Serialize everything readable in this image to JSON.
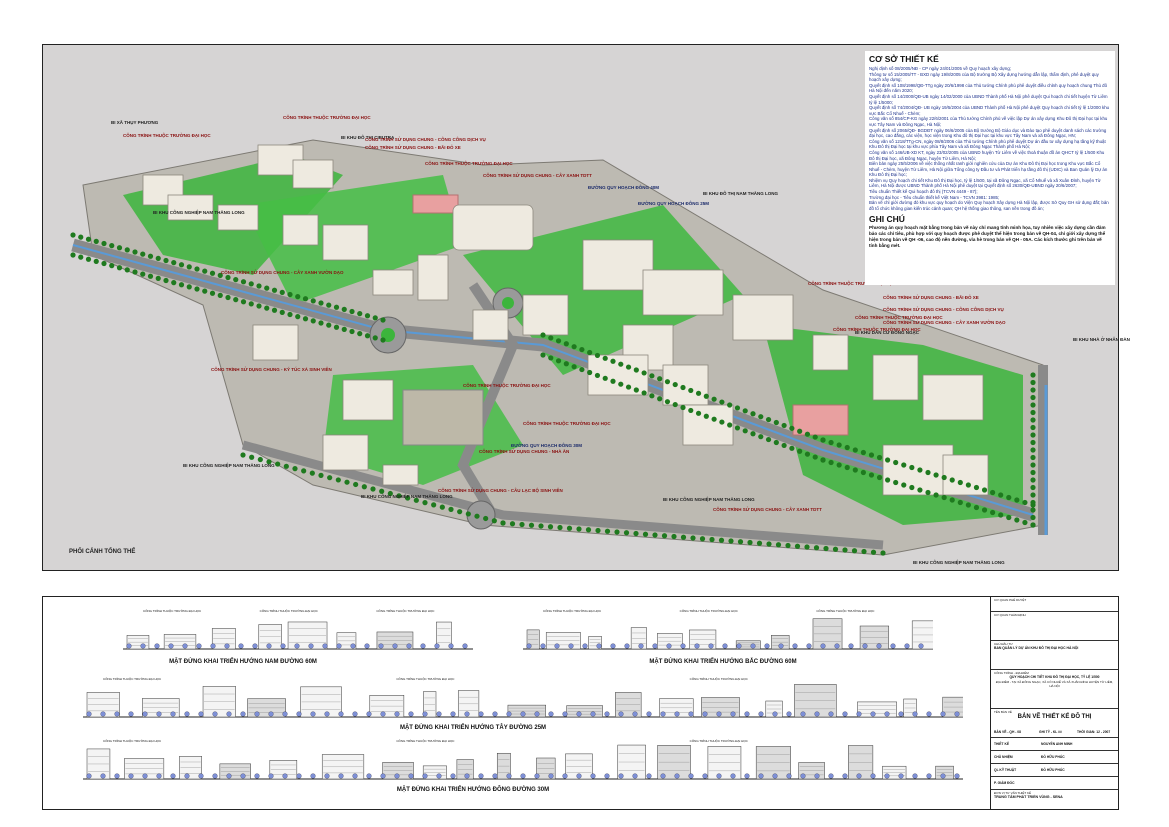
{
  "notes": {
    "heading": "CƠ SỞ THIẾT KẾ",
    "lines": [
      "Nghị định số 08/2005/NĐ - CP ngày 24/01/2005 về Quy hoạch xây dựng;",
      "Thông tư số 15/2005/TT - BXD ngày 19/8/2005 của Bộ trưởng Bộ Xây dựng hướng dẫn lập, thẩm định, phê duyệt quy hoạch xây dựng;",
      "Quyết định số 108/1998/QĐ-TTg ngày 20/6/1998 của Thủ tướng Chính phủ phê duyệt điều chỉnh quy hoạch chung Thủ đô Hà Nội đến năm 2020;",
      "Quyết định số 14/2000/QĐ-UB ngày 14/02/2000 của UBND Thành phố Hà Nội phê duyệt Qui hoạch chi tiết huyện Từ Liêm tỷ lệ 1/5000;",
      "Quyết định số 74/2004/QĐ- UB ngày 19/5/2004 của UBND Thành phố Hà Nội phê duyệt Quy hoạch chi tiết tỷ lệ 1/2000 khu vực Bắc Cổ Nhuế - Chèm;",
      "Công văn số 854/CP-KG ngày 22/6/2001 của Thủ tướng Chính phủ về việc lập Dự án xây dựng Khu Đô thị Đại học tại khu vực Tây Nam và Đông Ngạc, Hà Nội;",
      "Quyết định số 2065/QĐ- BGDĐT ngày 06/6/2005 của Bộ trưởng Bộ Giáo dục và Đào tạo phê duyệt danh sách các trường đại học, cao đẳng, các viện, học viện trong Khu đô thị Đại học tại khu vực Tây Nam và xã Đông Ngạc, HN;",
      "Công văn số 1218/TTg-CN, ngày 08/8/2006 của Thủ tướng Chính phủ phê duyệt Dự án đầu tư xây dựng hạ tầng kỹ thuật Khu Đô thị Đại học tại khu vực phía Tây Nam và xã Đông Ngạc Thành phố Hà Nội;",
      "Công văn số 146/UB-XD KT, ngày 23/02/2005 của UBND huyện Từ Liêm về việc thoả thuận đồ án QHCT tỷ lệ 1/500 Khu Đô thị Đại học, xã Đông Ngạc, huyện Từ Liêm, Hà Nội;",
      "Biên bản ngày 25/5/2006 về việc thống nhất ranh giới nghiên cứu của Dự án Khu Đô thị Đại học trong Khu vực Bắc Cổ Nhuế - Chèm, huyện Từ Liêm, Hà Nội giữa Tổng công ty Đầu tư và Phát triển hạ tầng đô thị (UDIC) và Ban Quản lý Dự án Khu Đô thị Đại học;",
      "Nhiệm vụ Quy hoạch chi tiết Khu Đô thị Đại học, tỷ lệ 1/500, tại xã Đông Ngạc, xã Cổ Nhuế và xã Xuân Đỉnh, huyện Từ Liêm, Hà Nội được UBND Thành phố Hà Nội phê duyệt tại Quyết định số 2630/QĐ-UBND ngày 20/6/2007;",
      "Tiêu chuẩn Thiết kế Qui hoạch đô thị (TCVN 4449 - 87);",
      "Trường đại học - Tiêu chuẩn thiết kế Việt Nam - TCVN 3981: 1985;",
      "Bản vẽ chỉ giới đường đỏ khu vực quy hoạch do Viện Quy hoạch Xây dựng Hà Nội lập, được Sở Quy GH sử dụng đất; bản đồ tổ chức không gian kiến trúc cảnh quan; QH hệ thống giao thông, san nền trong đồ án;"
    ],
    "ghichu_heading": "GHI CHÚ",
    "ghichu_text": "Phương án quy hoạch mặt bằng trong bản vẽ này chỉ mang tính minh họa, tuy nhiên việc xây dựng cần đảm bảo các chỉ tiêu, phù hợp với quy hoạch được phê duyệt thể hiện trong bản vẽ QH-04, chỉ giới xây dựng thể hiện trong bản vẽ QH -06, cao độ nền đường, vỉa hè trong bản vẽ QH - 05A. Các kích thước ghi trên bản vẽ tính bằng mét."
  },
  "perspective_title": "PHỐI CẢNH TỔNG THỂ",
  "plan_labels": [
    {
      "text": "BI XÃ THỤY PHƯƠNG",
      "tone": "dark"
    },
    {
      "text": "CÔNG TRÌNH THUỘC TRƯỜNG ĐẠI HỌC",
      "tone": "red"
    },
    {
      "text": "BI KHU ĐÔ THỊ CIPUTRA",
      "tone": "dark"
    },
    {
      "text": "CÔNG TRÌNH THUỘC TRƯỜNG ĐẠI HỌC",
      "tone": "red"
    },
    {
      "text": "CÔNG TRÌNH SỬ DỤNG CHUNG - CÔNG CÔNG DỊCH VỤ",
      "tone": "red"
    },
    {
      "text": "CÔNG TRÌNH SỬ DỤNG CHUNG - BÃI ĐỖ XE",
      "tone": "red"
    },
    {
      "text": "CÔNG TRÌNH SỬ DỤNG CHUNG - CÂY XANH TDTT",
      "tone": "red"
    },
    {
      "text": "CÔNG TRÌNH THUỘC TRƯỜNG ĐẠI HỌC",
      "tone": "red"
    },
    {
      "text": "ĐƯỜNG QUY HOẠCH ĐÔNG 40M",
      "tone": "blue"
    },
    {
      "text": "BI KHU ĐÔ THỊ NAM THĂNG LONG",
      "tone": "dark"
    },
    {
      "text": "BI KHU CÔNG NGHIỆP NAM THĂNG LONG",
      "tone": "dark"
    },
    {
      "text": "ĐƯỜNG QUY HOẠCH ĐÔNG 25M",
      "tone": "blue"
    },
    {
      "text": "CÔNG TRÌNH SỬ DỤNG CHUNG - CÂY XANH VƯỜN DẠO",
      "tone": "red"
    },
    {
      "text": "CÔNG TRÌNH THUỘC TRƯỜNG ĐẠI HỌC",
      "tone": "red"
    },
    {
      "text": "CÔNG TRÌNH SỬ DỤNG CHUNG - BÃI ĐỖ XE",
      "tone": "red"
    },
    {
      "text": "CÔNG TRÌNH SỬ DỤNG CHUNG - CÔNG CÔNG DỊCH VỤ",
      "tone": "red"
    },
    {
      "text": "CÔNG TRÌNH SỬ DỤNG CHUNG - CÂY XANH VƯỜN DẠO",
      "tone": "red"
    },
    {
      "text": "CÔNG TRÌNH THUỘC TRƯỜNG ĐẠI HỌC",
      "tone": "red"
    },
    {
      "text": "BI KHU DÂN CƯ ĐÔNG NGẠC",
      "tone": "dark"
    },
    {
      "text": "CÔNG TRÌNH THUỘC TRƯỜNG ĐẠI HỌC",
      "tone": "red"
    },
    {
      "text": "BI KHU NHÀ Ở NHÂN ĐÀN",
      "tone": "dark"
    },
    {
      "text": "CÔNG TRÌNH SỬ DỤNG CHUNG - KÝ TÚC XÁ SINH VIÊN",
      "tone": "red"
    },
    {
      "text": "CÔNG TRÌNH THUỘC TRƯỜNG ĐẠI HỌC",
      "tone": "red"
    },
    {
      "text": "CÔNG TRÌNH THUỘC TRƯỜNG ĐẠI HỌC",
      "tone": "red"
    },
    {
      "text": "ĐƯỜNG QUY HOẠCH ĐÔNG 30M",
      "tone": "blue"
    },
    {
      "text": "CÔNG TRÌNH SỬ DỤNG CHUNG - NHÀ ĂN",
      "tone": "red"
    },
    {
      "text": "BI KHU CÔNG NGHIỆP NAM THĂNG LONG",
      "tone": "dark"
    },
    {
      "text": "CÔNG TRÌNH SỬ DỤNG CHUNG - CÂU LẠC BỘ SINH VIÊN",
      "tone": "red"
    },
    {
      "text": "BI KHU CÔNG NGHIỆP NAM THĂNG LONG",
      "tone": "dark"
    },
    {
      "text": "BI KHU CÔNG NGHIỆP NAM THĂNG LONG",
      "tone": "dark"
    },
    {
      "text": "CÔNG TRÌNH SỬ DỤNG CHUNG - CÂY XANH TDTT",
      "tone": "red"
    },
    {
      "text": "BI KHU CÔNG NGHIỆP NAM THĂNG LONG",
      "tone": "dark"
    }
  ],
  "elevations": [
    {
      "caption": "MẶT ĐỨNG KHAI TRIỂN HƯỚNG NAM ĐƯỜNG 60M"
    },
    {
      "caption": "MẶT ĐỨNG KHAI TRIỂN HƯỚNG BẮC ĐƯỜNG 60M"
    },
    {
      "caption": "MẶT ĐỨNG KHAI TRIỂN HƯỚNG TÂY ĐƯỜNG 25M"
    },
    {
      "caption": "MẶT ĐỨNG KHAI TRIỂN HƯỚNG ĐÔNG ĐƯỜNG 30M"
    }
  ],
  "elev_mini_label": "CÔNG TRÌNH THUỘC TRƯỜNG ĐẠI HỌC",
  "title_block": {
    "row1": "CƠ QUAN PHÊ DUYỆT",
    "row2": "CƠ QUAN THẨM ĐỊNH",
    "row3": "CHỦ ĐẦU TƯ",
    "investor": "BAN QUẢN LÝ DỰ ÁN KHU ĐÔ THỊ ĐẠI HỌC HÀ NỘI",
    "row4": "CÔNG TRÌNH - ĐỊA ĐIỂM",
    "project": "QUY HOẠCH CHI TIẾT KHU ĐÔ THỊ ĐẠI HỌC, TỶ LỆ 1/500",
    "location": "ĐỊA ĐIỂM - TẠI XÃ ĐÔNG NGẠC, XÃ CỔ NHUẾ VÀ XÃ XUÂN ĐỈNH HUYỆN TỪ LIÊM, HÀ NỘI",
    "row5": "TÊN BẢN VẼ",
    "drawing_name": "BẢN VẼ THIẾT KẾ ĐÔ THỊ",
    "drawing_no_label": "BẢN VẼ - QH - 08",
    "scale_label": "GHI TỶ - KL ##",
    "date_label": "THỜI GIAN: 12 - 2007",
    "roles": [
      {
        "role": "THIẾT KẾ",
        "name": "NGUYỄN ANH MINH"
      },
      {
        "role": "CHỦ NHIỆM",
        "name": "ĐỖ HỮU PHÚC"
      },
      {
        "role": "QL KỸ THUẬT",
        "name": "ĐỖ HỮU PHÚC"
      },
      {
        "role": "P. GIÁM ĐỐC",
        "name": ""
      }
    ],
    "company_label": "ĐƠN VỊ TƯ VẤN THIẾT KẾ",
    "company": "TRUNG TÂM PHÁT TRIỂN VÙNG - SENA"
  },
  "colors": {
    "greenspace": "#3cb53c",
    "road": "#8a8a8a",
    "building": "#eeeae0",
    "water": "#5a9ad6",
    "plaza": "#e8a0a0",
    "background": "#d6d4d4"
  }
}
